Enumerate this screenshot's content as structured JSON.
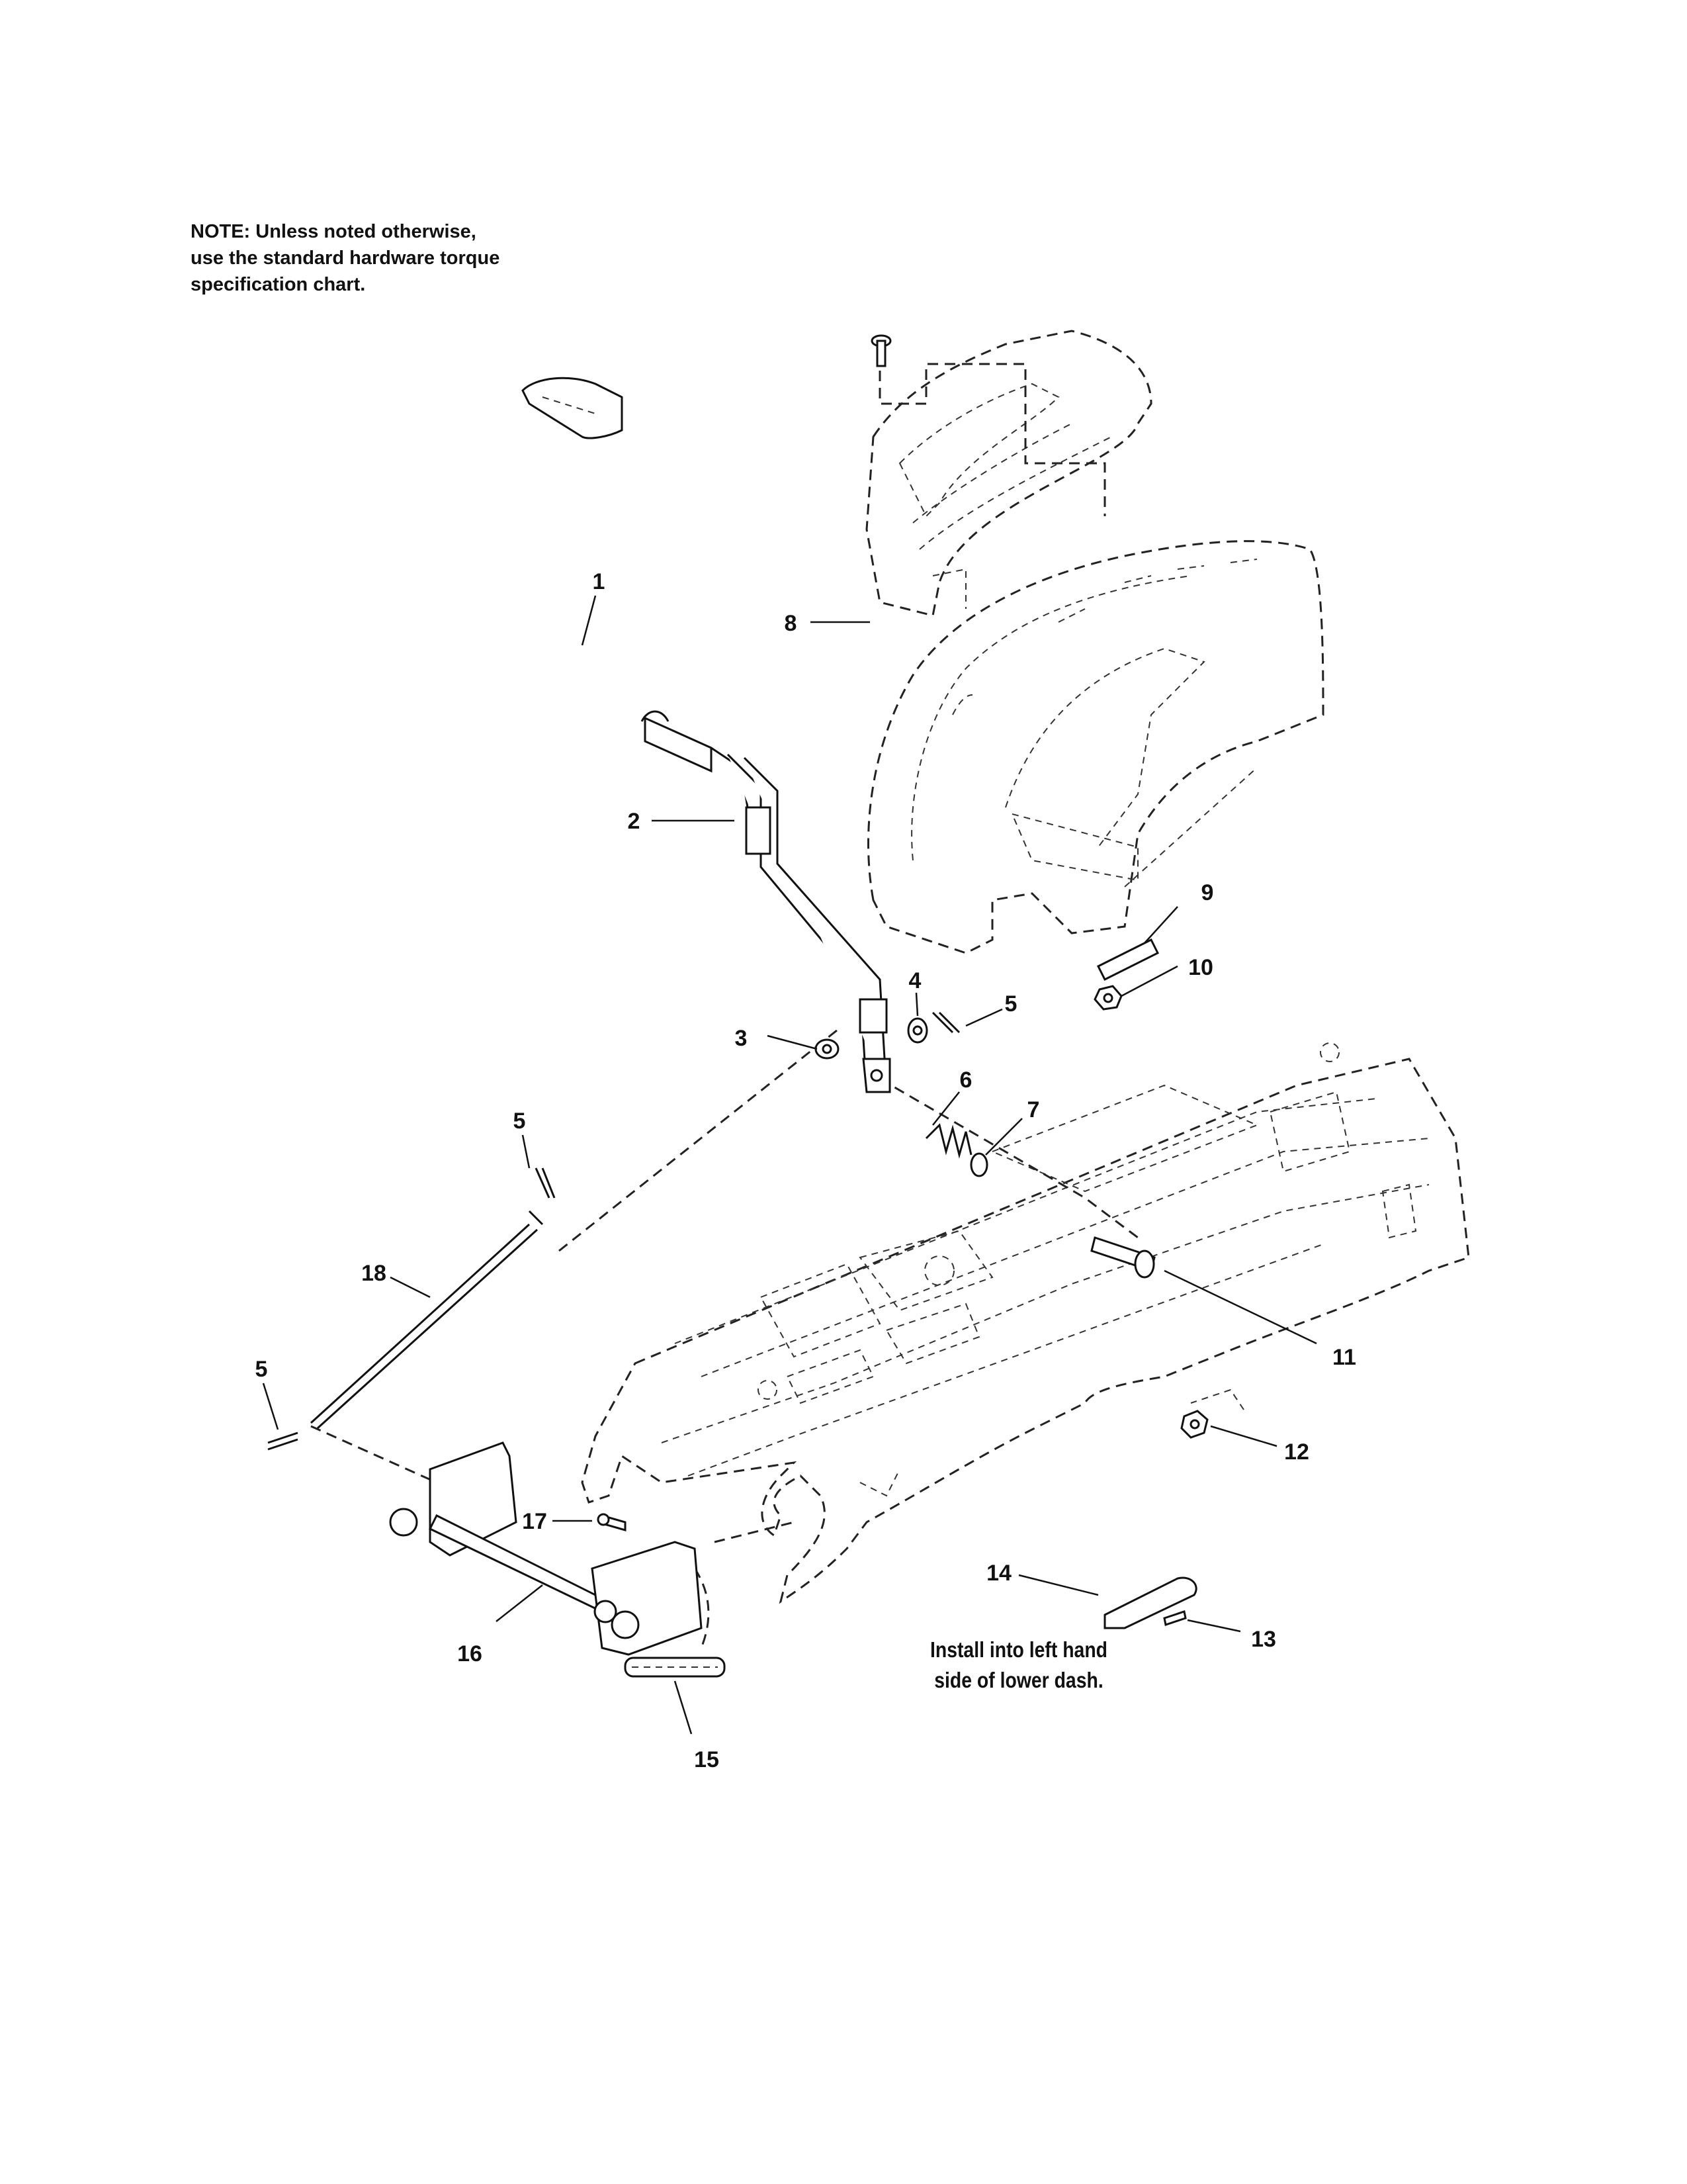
{
  "note": {
    "line1": "NOTE: Unless noted otherwise,",
    "line2": "use the standard hardware torque",
    "line3": "specification chart."
  },
  "install": {
    "line1": "Install into left hand",
    "line2": "side of lower dash."
  },
  "callouts": [
    "1",
    "2",
    "3",
    "4",
    "5",
    "6",
    "7",
    "8",
    "9",
    "10",
    "11",
    "12",
    "13",
    "14",
    "15",
    "16",
    "17",
    "18",
    "5",
    "5"
  ]
}
